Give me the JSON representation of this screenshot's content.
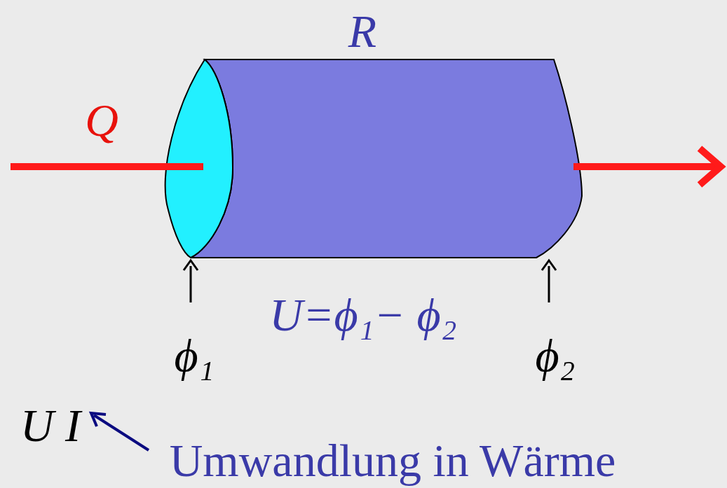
{
  "diagram": {
    "labels": [
      "R",
      "Q",
      "U=ϕ₁− ϕ₂",
      "ϕ₁",
      "ϕ₂",
      "U I",
      "Umwandlung in Wärme"
    ]
  }
}
